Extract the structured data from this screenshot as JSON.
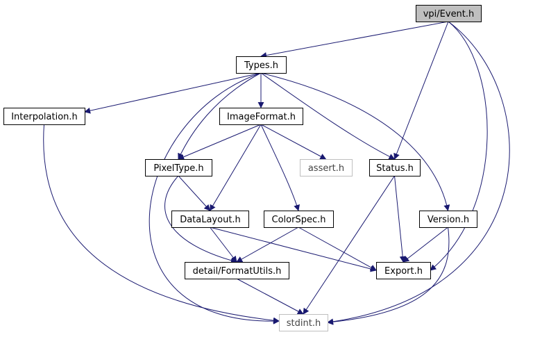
{
  "nodes": [
    {
      "id": "event",
      "label": "vpi/Event.h",
      "style": "focus"
    },
    {
      "id": "types",
      "label": "Types.h",
      "style": "normal"
    },
    {
      "id": "interpolation",
      "label": "Interpolation.h",
      "style": "normal"
    },
    {
      "id": "imageformat",
      "label": "ImageFormat.h",
      "style": "normal"
    },
    {
      "id": "pixeltype",
      "label": "PixelType.h",
      "style": "normal"
    },
    {
      "id": "assert",
      "label": "assert.h",
      "style": "external"
    },
    {
      "id": "status",
      "label": "Status.h",
      "style": "normal"
    },
    {
      "id": "datalayout",
      "label": "DataLayout.h",
      "style": "normal"
    },
    {
      "id": "colorspec",
      "label": "ColorSpec.h",
      "style": "normal"
    },
    {
      "id": "version",
      "label": "Version.h",
      "style": "normal"
    },
    {
      "id": "formatutils",
      "label": "detail/FormatUtils.h",
      "style": "normal"
    },
    {
      "id": "export",
      "label": "Export.h",
      "style": "normal"
    },
    {
      "id": "stdint",
      "label": "stdint.h",
      "style": "external"
    }
  ],
  "edges": [
    [
      "event",
      "types"
    ],
    [
      "event",
      "status"
    ],
    [
      "event",
      "export"
    ],
    [
      "event",
      "stdint"
    ],
    [
      "types",
      "interpolation"
    ],
    [
      "types",
      "stdint"
    ],
    [
      "types",
      "pixeltype"
    ],
    [
      "types",
      "imageformat"
    ],
    [
      "types",
      "status"
    ],
    [
      "types",
      "version"
    ],
    [
      "interpolation",
      "stdint"
    ],
    [
      "imageformat",
      "pixeltype"
    ],
    [
      "imageformat",
      "datalayout"
    ],
    [
      "imageformat",
      "assert"
    ],
    [
      "imageformat",
      "colorspec"
    ],
    [
      "pixeltype",
      "datalayout"
    ],
    [
      "pixeltype",
      "formatutils"
    ],
    [
      "status",
      "stdint"
    ],
    [
      "status",
      "export"
    ],
    [
      "datalayout",
      "formatutils"
    ],
    [
      "datalayout",
      "export"
    ],
    [
      "colorspec",
      "formatutils"
    ],
    [
      "colorspec",
      "export"
    ],
    [
      "version",
      "export"
    ],
    [
      "version",
      "stdint"
    ],
    [
      "formatutils",
      "stdint"
    ]
  ],
  "colors": {
    "edge": "#191970",
    "node_border": "#000000",
    "external_border": "#bfbfbf",
    "external_text": "#444444",
    "focus_fill": "#bfbfbf",
    "normal_fill": "#ffffff"
  }
}
